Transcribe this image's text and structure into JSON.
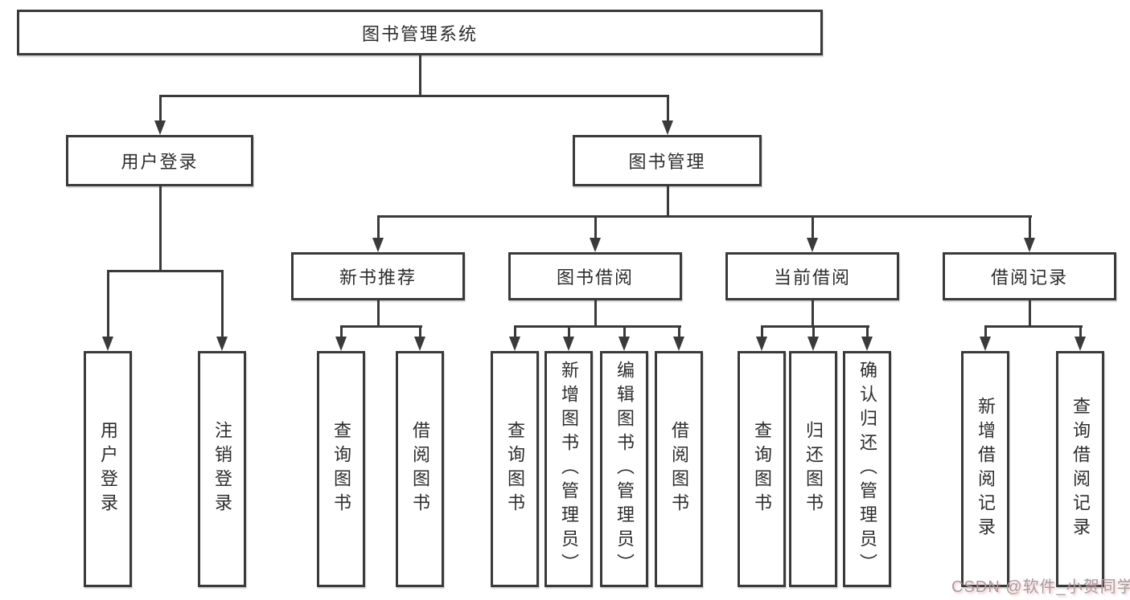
{
  "tree": {
    "label": "图书管理系统",
    "children": [
      {
        "label": "用户登录",
        "children": [
          {
            "label": "用户登录"
          },
          {
            "label": "注销登录"
          }
        ]
      },
      {
        "label": "图书管理",
        "children": [
          {
            "label": "新书推荐",
            "children": [
              {
                "label": "查询图书"
              },
              {
                "label": "借阅图书"
              }
            ]
          },
          {
            "label": "图书借阅",
            "children": [
              {
                "label": "查询图书"
              },
              {
                "label": "新增图书（管理员）"
              },
              {
                "label": "编辑图书（管理员）"
              },
              {
                "label": "借阅图书"
              }
            ]
          },
          {
            "label": "当前借阅",
            "children": [
              {
                "label": "查询图书"
              },
              {
                "label": "归还图书"
              },
              {
                "label": "确认归还（管理员）"
              }
            ]
          },
          {
            "label": "借阅记录",
            "children": [
              {
                "label": "新增借阅记录"
              },
              {
                "label": "查询借阅记录"
              }
            ]
          }
        ]
      }
    ]
  },
  "watermark": {
    "text": "CSDN @软件_小贺同学"
  },
  "colors": {
    "line": "#3a3a3a",
    "box_border": "#3a3a3a",
    "text": "#2d2d2d",
    "background": "#ffffff",
    "watermark_text": "#a0a0a0"
  }
}
